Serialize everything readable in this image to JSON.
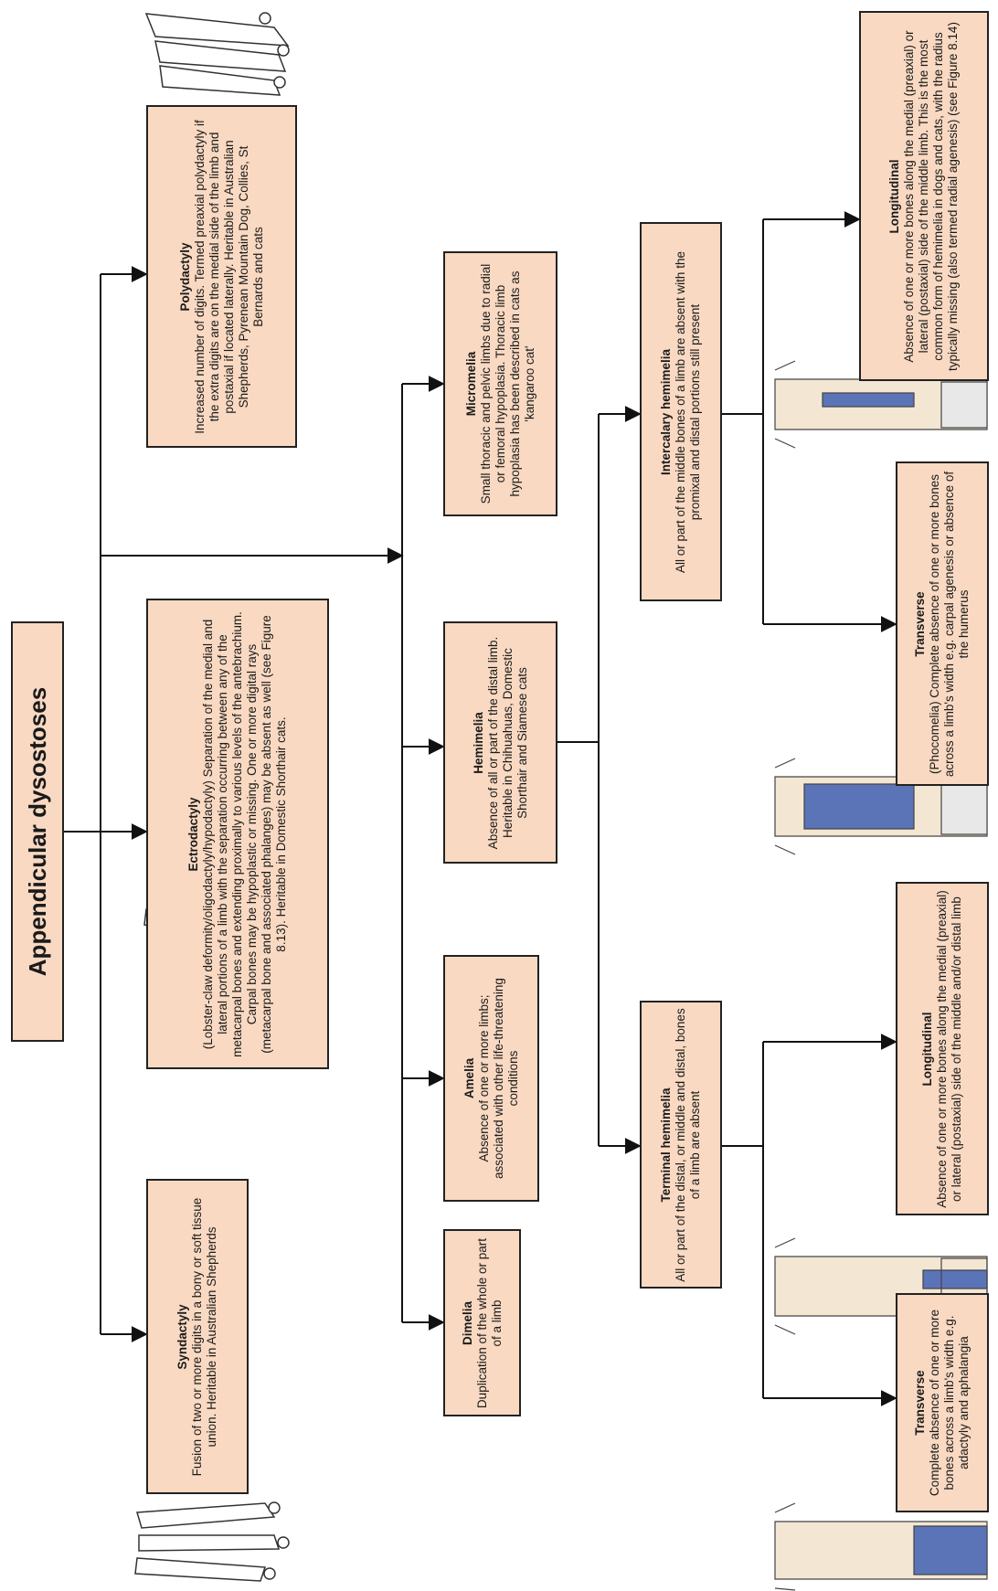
{
  "root": {
    "title": "Appendicular dysostoses"
  },
  "nodes": {
    "polydactyly": {
      "title": "Polydactyly",
      "text": "Increased number of digits. Termed preaxial polydactyly if the extra digits are on the medial side of the limb and postaxial if located laterally. Heritable in Australian Shepherds, Pyrenean Mountain Dog, Collies, St Bernards and cats"
    },
    "ectrodactyly": {
      "title": "Ectrodactyly",
      "text": "(Lobster-claw deformity/oligodactyly/hypodactyly) Separation of the medial and lateral portions of a limb with the separation occurring between any of the metacarpal bones and extending proximally to various levels of the antebrachium. Carpal bones may be hypoplastic or missing. One or more digital rays (metacarpal bone and associated phalanges) may be absent as well (see Figure 8.13). Heritable in Domestic Shorthair cats."
    },
    "syndactyly": {
      "title": "Syndactyly",
      "text": "Fusion of two or more digits in a bony or soft tissue union. Heritable in Australian Shepherds"
    },
    "micromelia": {
      "title": "Micromelia",
      "text": "Small thoracic and pelvic limbs due to radial or femoral hypoplasia. Thoracic limb hypoplasia has been described in cats as 'kangaroo cat'"
    },
    "hemimelia": {
      "title": "Hemimelia",
      "text": "Absence of all or part of the distal limb. Heritable in Chihuahuas, Domestic Shorthair and Siamese cats"
    },
    "amelia": {
      "title": "Amelia",
      "text": "Absence of one or more limbs; associated with other life-threatening conditions"
    },
    "dimelia": {
      "title": "Dimelia",
      "text": "Duplication of the whole or part of a limb"
    },
    "intercalary": {
      "title": "Intercalary hemimelia",
      "text": "All or part of the middle bones of a limb are absent with the promixal and distal portions still present"
    },
    "terminal": {
      "title": "Terminal hemimelia",
      "text": "All or part of the distal, or middle and distal, bones of a limb are absent"
    },
    "inter_long": {
      "title": "Longitudinal",
      "text": "Absence of one or more bones along the medial (preaxial) or lateral (postaxial) side of the middle limb. This is the most common form of hemimelia in dogs and cats, with the radius typically missing (also termed radial agenesis) (see Figure 8.14)"
    },
    "inter_trans": {
      "title": "Transverse",
      "text": "(Phocomelia) Complete absence of one or more bones across a limb's width e.g. carpal agenesis or absence of the humerus"
    },
    "term_long": {
      "title": "Longitudinal",
      "text": "Absence of one or more bones along the medial (preaxial) or lateral (postaxial) side of the middle and/or distal limb"
    },
    "term_trans": {
      "title": "Transverse",
      "text": "Complete absence of one or more bones across a limb's width e.g. adactyly and aphalangia"
    }
  },
  "colors": {
    "box_fill": "#f9d9c2",
    "line": "#111111",
    "bone": "#f3e6d3",
    "bone_missing": "#5b74b8"
  }
}
